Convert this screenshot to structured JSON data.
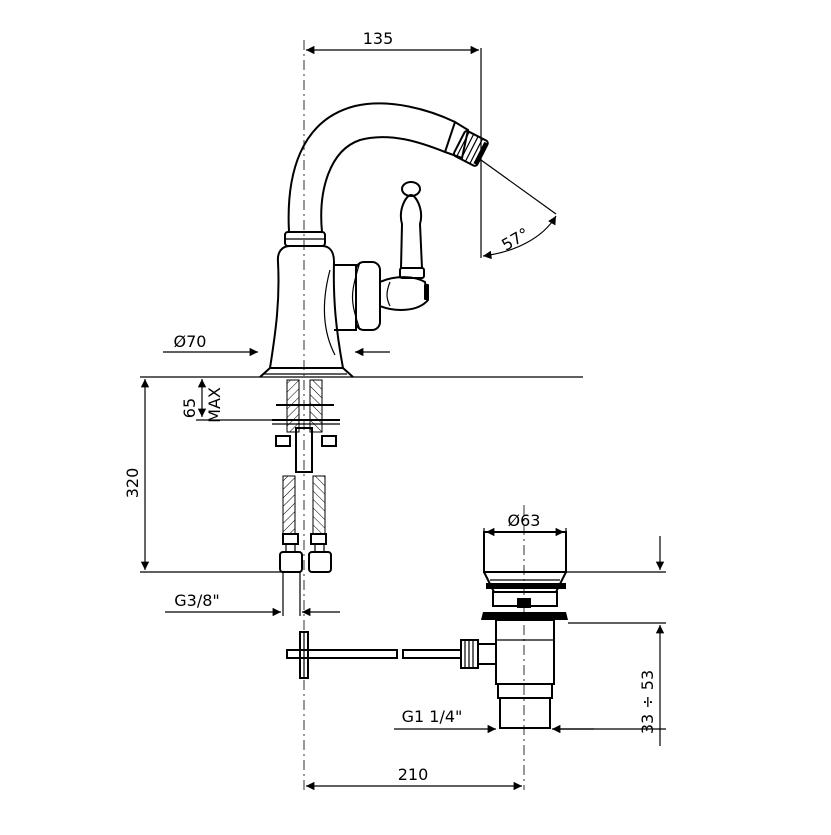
{
  "dimensions": {
    "width_135": "135",
    "angle_57": "57°",
    "dia_70": "Ø70",
    "height_65": "65",
    "max": "MAX",
    "height_320": "320",
    "thread_g38": "G3/8\"",
    "dia_63": "Ø63",
    "thread_g114": "G1  1/4\"",
    "range_33_53": "33 ÷ 53",
    "width_210": "210"
  },
  "colors": {
    "line": "#000000",
    "background": "#ffffff"
  }
}
